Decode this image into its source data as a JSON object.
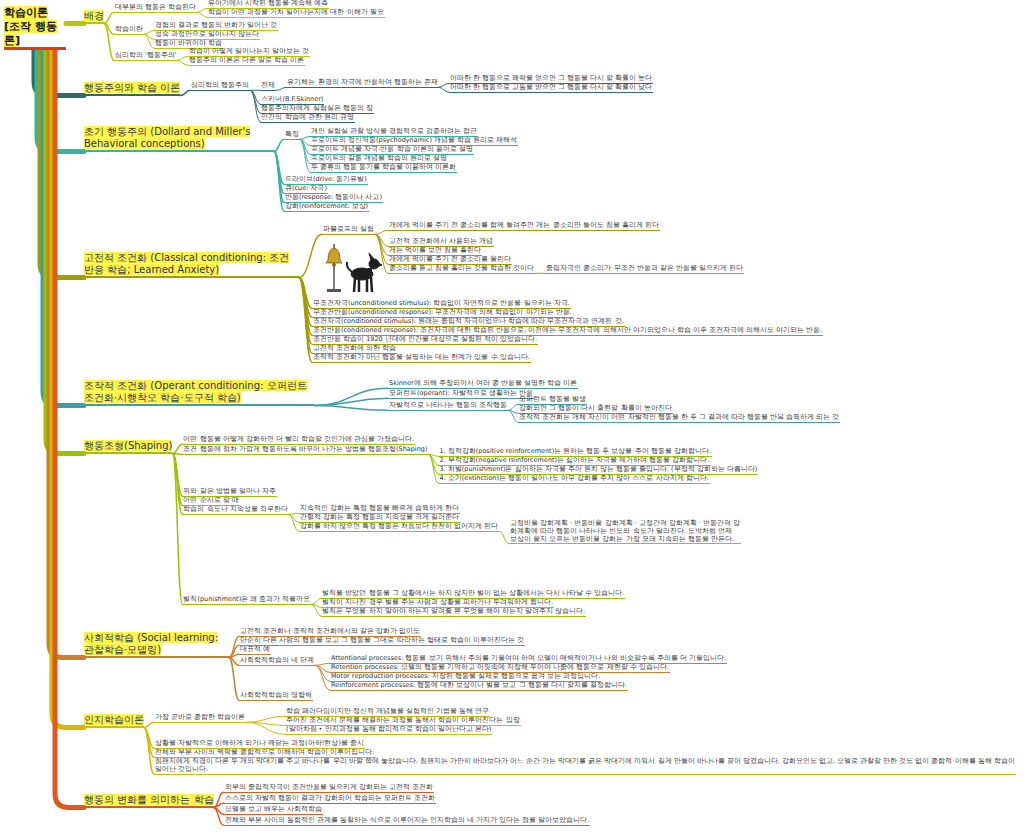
{
  "diagram": {
    "nodes": [
      {
        "text": [
          "학습이론 [조작 행동론]"
        ]
      },
      {
        "text": [
          "배경"
        ]
      },
      {
        "text": [
          "대부분의 행동은 학습된다"
        ]
      },
      {
        "text": [
          "유아기에서 시작된 행동을 계속해 예측"
        ]
      },
      {
        "text": [
          "학습이 어떤 과정을 거쳐 일어나는지에 대한 이해가 필요"
        ]
      },
      {
        "text": [
          "학습이란"
        ]
      },
      {
        "text": [
          "경험의 결과로 행동의 변화가 일어난 것"
        ]
      },
      {
        "text": [
          "성숙 과정만으로 일어나지 않는다"
        ]
      },
      {
        "text": [
          "행동이 바뀌어야 학습"
        ]
      },
      {
        "text": [
          "심리학의 '행동주의'"
        ]
      },
      {
        "text": [
          "학습이 어떻게 일어나는지 알아보는 것"
        ]
      },
      {
        "text": [
          "행동주의 이론은 다른 말로 학습 이론"
        ]
      },
      {
        "text": [
          "행동주의와 학습 이론"
        ]
      },
      {
        "text": [
          "심리학의 행동주의"
        ]
      },
      {
        "text": [
          "전제"
        ]
      },
      {
        "text": [
          "유기체는 환경의 자극에 반응하여 행동하는 존재"
        ]
      },
      {
        "text": [
          "어떠한 한 행동으로 쾌락을 얻으면 그 행동을 다시 할 확률이 높다"
        ]
      },
      {
        "text": [
          "어떠한 한 행동으로 고통을 받으면 그 행동을 다시 할 확률이 낮다"
        ]
      },
      {
        "text": [
          "스키너(B.F.Skinner)"
        ]
      },
      {
        "text": [
          "행동주의자에게 실험실은 행동의 장"
        ]
      },
      {
        "text": [
          "인간의 학습에 관한 원리 규명"
        ]
      },
      {
        "text": [
          "초기 행동주의 (Dollard and Miller's Behavioral conceptions)"
        ]
      },
      {
        "text": [
          "특징"
        ]
      },
      {
        "text": [
          "개인 실험실 관찰 방식을 경험적으로 검증하려는 접근"
        ]
      },
      {
        "text": [
          "프로이트의 정신역동(psychodynamic) 개념을 학습 원리로 재해석"
        ]
      },
      {
        "text": [
          "프로이트 개념을 자극-반응 학습 이론의 용어로 설명"
        ]
      },
      {
        "text": [
          "프로이트의 갈등 개념을 학습의 원리로 설명"
        ]
      },
      {
        "text": [
          "두 종류의 행동 동기를 학습을 이용하여 이론화"
        ]
      },
      {
        "text": [
          "드라이브(drive: 동기유발)"
        ]
      },
      {
        "text": [
          "큐(cue: 자극)"
        ]
      },
      {
        "text": [
          "반응(response: 행동이나 사고)"
        ]
      },
      {
        "text": [
          "강화(reinforcement: 보상)"
        ]
      },
      {
        "text": [
          "고전적 조건화 (Classical conditioning: 조건반응 학습; Learned Anxiety)"
        ]
      },
      {
        "text": [
          "파블로프의 실험"
        ]
      },
      {
        "text": [
          "개에게 먹이를 주기 전 종소리를 함께 들려주면 개는 종소리만 들어도 침을 흘리게 된다"
        ]
      },
      {
        "text": [
          "고전적 조건화에서 사용되는 개념"
        ]
      },
      {
        "text": [
          "개는 먹이를 보면 침을 흘린다"
        ]
      },
      {
        "text": [
          "개에게 먹이를 주기 전 종소리를 울린다"
        ]
      },
      {
        "text": [
          "종소리를 듣고 침을 흘리는 것을 학습한 것이다"
        ]
      },
      {
        "text": [
          "중립자극인 종소리가 무조건 반응과 같은 반응을 일으키게 된다"
        ]
      },
      {
        "text": [
          "무조건자극(unconditioned stimulus): 학습없이 자연적으로 반응을 일으키는 자극."
        ]
      },
      {
        "text": [
          "무조건반응(unconditioned response): 무조건자극에 의해 학습없이 야기되는 반응."
        ]
      },
      {
        "text": [
          "조건자극(conditioned stimulus): 원래는 중립적 자극이었으나 학습에 따라 무조건자극과 연계된 것."
        ]
      },
      {
        "text": [
          "조건반응(conditioned response): 조건자극에 대한 학습된 반응으로, 이전에는 무조건자극에 의해서만 야기되었으나 학습 이후 조건자극에 의해서도 야기되는 반응."
        ]
      },
      {
        "text": [
          "조건반응 학습이 1920 년대에 인간을 대상으로 실험된 적이 있었습니다."
        ]
      },
      {
        "text": [
          "고전적 조건화에 의한 학습"
        ]
      },
      {
        "text": [
          "조작적 조건화가 아닌 행동을 설명하는 데는 한계가 있을 수 있습니다."
        ]
      },
      {
        "text": [
          "조작적 조건화 (Operant conditioning: 오퍼런트 조건화·시행착오 학습·도구적 학습)"
        ]
      },
      {
        "text": [
          "Skinner에 의해 주창되어서 여러 종 반응을 설명한 학습 이론"
        ]
      },
      {
        "text": [
          "오퍼런트(operant): 자발적으로 생활하는 반응"
        ]
      },
      {
        "text": [
          "자발적으로 나타나는 행동의 조작행동"
        ]
      },
      {
        "text": [
          "오퍼런트 행동을 발생"
        ]
      },
      {
        "text": [
          "강화되면 그 행동이 다시 출현할 확률이 높아진다"
        ]
      },
      {
        "text": [
          "조작적 조건화는 개체 자신이 어떤 자발적인 행동을 한 후 그 결과에 따라 행동을 반복 습득하게 되는 것"
        ]
      },
      {
        "text": [
          "행동조형(Shaping)"
        ]
      },
      {
        "text": [
          "어떤 행동을 어떻게 강화하면 더 빨리 학습할 것인가에 관심을 가졌습니다."
        ]
      },
      {
        "text": [
          "조건 행동에 점차 가깝게 행동하도록 바꾸어 나가는 방법을 행동조형(Shaping)"
        ]
      },
      {
        "text": [
          "1. 정적강화(positive reinforcement)는 원하는 행동 후 보상을 주어 행동을 강화합니다."
        ]
      },
      {
        "text": [
          "2. 부적강화(negative reinforcement)는 싫어하는 자극을 제거하여 행동을 강화합니다."
        ]
      },
      {
        "text": [
          "3. 처벌(punishment)은 싫어하는 자극을 주어 원치 않는 행동을 줄입니다. (부정적 강화와는 다릅니다)"
        ]
      },
      {
        "text": [
          "4. 소거(extinction)는 행동이 일어나도 아무 강화를 주지 않아 스스로 사라지게 합니다."
        ]
      },
      {
        "text": [
          "위와 같은 방법을 얼마나 자주"
        ]
      },
      {
        "text": [
          "어떤 순서로 할 때"
        ]
      },
      {
        "text": [
          "학습의 속도나 지속성을 좌우한다"
        ]
      },
      {
        "text": [
          "지속적인 강화는 특정 행동을 빠르게 습득하게 한다"
        ]
      },
      {
        "text": [
          "간헐적 강화는 특정 행동의 지속성을 크게 길러준다"
        ]
      },
      {
        "text": [
          "강화를 하지 않으면 특정 행동은 처음보다 천천히 없어지게 된다"
        ]
      },
      {
        "text": [
          "고정비율 강화계획 · 변동비율 강화계획 · 고정간격 강화계획 · 변동간격 강화계획에 따라 행동이 나타나는 빈도와 속도가 달라진다. 도박처럼 언제 보상이 올지 모르는 변동비율 강화는 가장 오래 지속되는 행동을 만든다."
        ]
      },
      {
        "text": [
          "벌칙(punishment)은 왜 효과가 적을까요"
        ]
      },
      {
        "text": [
          "벌칙을 받았던 행동을 그 상황에서는 하지 않지만 벌이 없는 상황에서는 다시 나타날 수 있습니다."
        ]
      },
      {
        "text": [
          "벌칙이 지나친 경우 벌을 주는 사람과 상황을 피하거나 두려워하게 됩니다."
        ]
      },
      {
        "text": [
          "벌칙은 무엇을 하지 말아야 하는지 알려줄 뿐 무엇을 해야 하는지 알려주지 않습니다."
        ]
      },
      {
        "text": [
          "사회적학습 (Social learning: 관찰학습·모델링)"
        ]
      },
      {
        "text": [
          "고전적 조건화나 조작적 조건화에서와 같은 강화가 없이도"
        ]
      },
      {
        "text": [
          "단순히 다른 사람의 행동을 보고 그 행동을 그대로 따라하는 형태로 학습이 이루어진다는 것"
        ]
      },
      {
        "text": [
          "대표적 예"
        ]
      },
      {
        "text": [
          "사회학적학습의 네 단계"
        ]
      },
      {
        "text": [
          "Attentional processes: 행동을 보기 위해서 주의를 기울여야 하며 모델이 매력적이거나 나와 비슷할수록 주의를 더 기울입니다."
        ]
      },
      {
        "text": [
          "Retention processes: 모델의 행동을 기억하고 머릿속에 저장해 두어야 나중에 행동으로 재현할 수 있습니다."
        ]
      },
      {
        "text": [
          "Motor reproduction processes: 저장된 행동을 실제로 행동으로 옮겨 보는 과정입니다."
        ]
      },
      {
        "text": [
          "Reinforcement processes: 행동에 대한 보상이나 벌을 보고 그 행동을 다시 할지를 결정합니다."
        ]
      },
      {
        "text": [
          "사회학적학습의 영향력"
        ]
      },
      {
        "text": [
          "인지학습이론"
        ]
      },
      {
        "text": [
          "가장 곧바로 종합한 학습이론"
        ]
      },
      {
        "text": [
          "학습 패러다임이지만 정신적 개념들을 실험적인 기법을 통해 연구"
        ]
      },
      {
        "text": [
          "주어진 조건에서 문제를 해결하는 과정을 통해서 학습이 이루어진다는 입장"
        ]
      },
      {
        "text": [
          "(알아차림 • 인지과정을 통해 합리적으로 학습이 일어난다고 본다)"
        ]
      },
      {
        "text": [
          "상황을 자발적으로 이해하게 되거나 깨닫는 과정(아하!현상)을 중시"
        ]
      },
      {
        "text": [
          "전체와 부분 사이의 맥락을 종합적으로 이해하여 학습이 이루어집니다."
        ]
      },
      {
        "text": [
          "침팬지에게 직경이 다른 두 개의 막대기를 주고 바나나를 우리 바깥 쪽에 놓았습니다. 침팬지는 가만히 바라보다가 어느 순간 가는 막대기를 굵은 막대기에 끼워서 길게 만들어 바나나를 끌어 당겼습니다. 강화요인도 없고, 모델로 관찰할 만한 것도 없이 종합적 이해를 통해 학습이 일어난 것입니다."
        ]
      },
      {
        "text": [
          "행동의 변화를 의미하는 학습"
        ]
      },
      {
        "text": [
          "외부의 중립적자극이 조건반응을 일으키게 강화되는 고전적 조건화"
        ]
      },
      {
        "text": [
          "스스로의 자발적 행동이 결과가 강화되어 학습되는 오퍼런트 조건화"
        ]
      },
      {
        "text": [
          "모델을 보고 배우는 사회적학습"
        ]
      },
      {
        "text": [
          "전체와 부분 사이의 통합적인 관계를 통찰하는 식으로 이루어지는 인지학습의 네 가지가 있다는 점을 알아보았습니다."
        ]
      }
    ],
    "edges": [
      {
        "from": 0,
        "to": 1,
        "arrow": "none"
      },
      {
        "from": 0,
        "to": 12,
        "arrow": "none"
      },
      {
        "from": 0,
        "to": 21,
        "arrow": "none"
      },
      {
        "from": 0,
        "to": 32,
        "arrow": "none"
      },
      {
        "from": 0,
        "to": 47,
        "arrow": "none"
      },
      {
        "from": 0,
        "to": 54,
        "arrow": "none"
      },
      {
        "from": 0,
        "to": 72,
        "arrow": "none"
      },
      {
        "from": 0,
        "to": 82,
        "arrow": "none"
      },
      {
        "from": 0,
        "to": 90,
        "arrow": "none"
      },
      {
        "from": 1,
        "to": 2,
        "arrow": "none"
      },
      {
        "from": 1,
        "to": 5,
        "arrow": "none"
      },
      {
        "from": 1,
        "to": 9,
        "arrow": "none"
      },
      {
        "from": 2,
        "to": 3,
        "arrow": "none"
      },
      {
        "from": 2,
        "to": 4,
        "arrow": "none"
      },
      {
        "from": 5,
        "to": 6,
        "arrow": "none"
      },
      {
        "from": 5,
        "to": 7,
        "arrow": "none"
      },
      {
        "from": 5,
        "to": 8,
        "arrow": "none"
      },
      {
        "from": 9,
        "to": 10,
        "arrow": "none"
      },
      {
        "from": 9,
        "to": 11,
        "arrow": "none"
      },
      {
        "from": 12,
        "to": 13,
        "arrow": "none"
      },
      {
        "from": 13,
        "to": 14,
        "arrow": "none"
      },
      {
        "from": 14,
        "to": 15,
        "arrow": "none"
      },
      {
        "from": 15,
        "to": 16,
        "arrow": "none"
      },
      {
        "from": 15,
        "to": 17,
        "arrow": "none"
      },
      {
        "from": 13,
        "to": 18,
        "arrow": "none"
      },
      {
        "from": 13,
        "to": 19,
        "arrow": "none"
      },
      {
        "from": 13,
        "to": 20,
        "arrow": "none"
      },
      {
        "from": 21,
        "to": 22,
        "arrow": "none"
      },
      {
        "from": 22,
        "to": 23,
        "arrow": "none"
      },
      {
        "from": 22,
        "to": 24,
        "arrow": "none"
      },
      {
        "from": 22,
        "to": 25,
        "arrow": "none"
      },
      {
        "from": 22,
        "to": 26,
        "arrow": "none"
      },
      {
        "from": 22,
        "to": 27,
        "arrow": "none"
      },
      {
        "from": 21,
        "to": 28,
        "arrow": "none"
      },
      {
        "from": 21,
        "to": 29,
        "arrow": "none"
      },
      {
        "from": 21,
        "to": 30,
        "arrow": "none"
      },
      {
        "from": 21,
        "to": 31,
        "arrow": "none"
      },
      {
        "from": 32,
        "to": 33,
        "arrow": "none"
      },
      {
        "from": 33,
        "to": 34,
        "arrow": "none"
      },
      {
        "from": 33,
        "to": 35,
        "arrow": "none"
      },
      {
        "from": 33,
        "to": 36,
        "arrow": "none"
      },
      {
        "from": 33,
        "to": 37,
        "arrow": "none"
      },
      {
        "from": 33,
        "to": 38,
        "arrow": "none"
      },
      {
        "from": 38,
        "to": 39,
        "arrow": "none"
      },
      {
        "from": 32,
        "to": 40,
        "arrow": "none"
      },
      {
        "from": 32,
        "to": 41,
        "arrow": "none"
      },
      {
        "from": 32,
        "to": 42,
        "arrow": "none"
      },
      {
        "from": 32,
        "to": 43,
        "arrow": "none"
      },
      {
        "from": 32,
        "to": 44,
        "arrow": "none"
      },
      {
        "from": 32,
        "to": 45,
        "arrow": "none"
      },
      {
        "from": 32,
        "to": 46,
        "arrow": "none"
      },
      {
        "from": 47,
        "to": 48,
        "arrow": "none"
      },
      {
        "from": 47,
        "to": 49,
        "arrow": "none"
      },
      {
        "from": 47,
        "to": 50,
        "arrow": "none"
      },
      {
        "from": 50,
        "to": 51,
        "arrow": "none"
      },
      {
        "from": 50,
        "to": 52,
        "arrow": "none"
      },
      {
        "from": 50,
        "to": 53,
        "arrow": "none"
      },
      {
        "from": 54,
        "to": 55,
        "arrow": "none"
      },
      {
        "from": 54,
        "to": 56,
        "arrow": "none"
      },
      {
        "from": 56,
        "to": 57,
        "arrow": "none"
      },
      {
        "from": 56,
        "to": 58,
        "arrow": "none"
      },
      {
        "from": 56,
        "to": 59,
        "arrow": "none"
      },
      {
        "from": 56,
        "to": 60,
        "arrow": "none"
      },
      {
        "from": 54,
        "to": 61,
        "arrow": "none"
      },
      {
        "from": 54,
        "to": 62,
        "arrow": "none"
      },
      {
        "from": 54,
        "to": 63,
        "arrow": "none"
      },
      {
        "from": 63,
        "to": 64,
        "arrow": "none"
      },
      {
        "from": 63,
        "to": 65,
        "arrow": "none"
      },
      {
        "from": 63,
        "to": 66,
        "arrow": "none"
      },
      {
        "from": 66,
        "to": 67,
        "arrow": "none"
      },
      {
        "from": 54,
        "to": 68,
        "arrow": "none"
      },
      {
        "from": 68,
        "to": 69,
        "arrow": "none"
      },
      {
        "from": 68,
        "to": 70,
        "arrow": "none"
      },
      {
        "from": 68,
        "to": 71,
        "arrow": "none"
      },
      {
        "from": 72,
        "to": 73,
        "arrow": "none"
      },
      {
        "from": 72,
        "to": 74,
        "arrow": "none"
      },
      {
        "from": 72,
        "to": 75,
        "arrow": "none"
      },
      {
        "from": 72,
        "to": 76,
        "arrow": "none"
      },
      {
        "from": 76,
        "to": 77,
        "arrow": "none"
      },
      {
        "from": 76,
        "to": 78,
        "arrow": "none"
      },
      {
        "from": 76,
        "to": 79,
        "arrow": "none"
      },
      {
        "from": 76,
        "to": 80,
        "arrow": "none"
      },
      {
        "from": 72,
        "to": 81,
        "arrow": "none"
      },
      {
        "from": 82,
        "to": 83,
        "arrow": "none"
      },
      {
        "from": 83,
        "to": 84,
        "arrow": "none"
      },
      {
        "from": 83,
        "to": 85,
        "arrow": "none"
      },
      {
        "from": 83,
        "to": 86,
        "arrow": "none"
      },
      {
        "from": 82,
        "to": 87,
        "arrow": "none"
      },
      {
        "from": 82,
        "to": 88,
        "arrow": "none"
      },
      {
        "from": 82,
        "to": 89,
        "arrow": "none"
      },
      {
        "from": 90,
        "to": 91,
        "arrow": "none"
      },
      {
        "from": 90,
        "to": 92,
        "arrow": "none"
      },
      {
        "from": 90,
        "to": 93,
        "arrow": "none"
      },
      {
        "from": 90,
        "to": 94,
        "arrow": "none"
      }
    ]
  }
}
